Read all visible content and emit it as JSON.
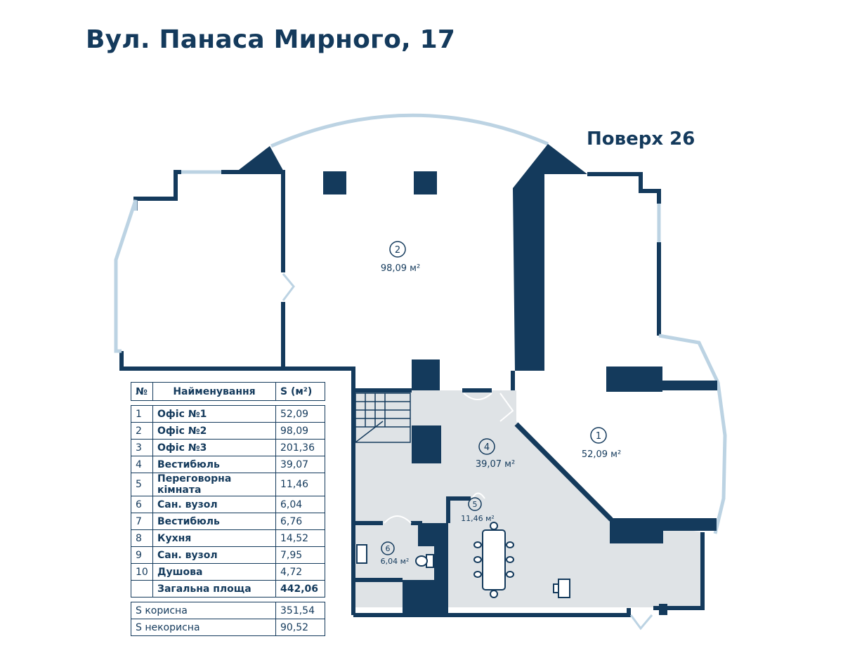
{
  "title": "Вул. Панаса Мирного, 17",
  "floor": "Поверх 26",
  "rooms": [
    {
      "num": "1",
      "area": "52,09 м²"
    },
    {
      "num": "2",
      "area": "98,09 м²"
    },
    {
      "num": "4",
      "area": "39,07 м²"
    },
    {
      "num": "5",
      "area": "11,46 м²"
    },
    {
      "num": "6",
      "area": "6,04 м²"
    }
  ],
  "table": {
    "headers": [
      "№",
      "Найменування",
      "S (м²)"
    ],
    "rows": [
      {
        "n": "1",
        "name": "Офіс №1",
        "s": "52,09"
      },
      {
        "n": "2",
        "name": "Офіс №2",
        "s": "98,09"
      },
      {
        "n": "3",
        "name": "Офіс №3",
        "s": "201,36"
      },
      {
        "n": "4",
        "name": "Вестибюль",
        "s": "39,07"
      },
      {
        "n": "5",
        "name": "Переговорна кімната",
        "s": "11,46"
      },
      {
        "n": "6",
        "name": "Сан. вузол",
        "s": "6,04"
      },
      {
        "n": "7",
        "name": "Вестибюль",
        "s": "6,76"
      },
      {
        "n": "8",
        "name": "Кухня",
        "s": "14,52"
      },
      {
        "n": "9",
        "name": "Сан. вузол",
        "s": "7,95"
      },
      {
        "n": "10",
        "name": "Душова",
        "s": "4,72"
      }
    ],
    "total": {
      "name": "Загальна площа",
      "s": "442,06"
    },
    "useful": {
      "name": "S корисна",
      "s": "351,54"
    },
    "nonuseful": {
      "name": "S некорисна",
      "s": "90,52"
    }
  },
  "colors": {
    "wall": "#143a5c",
    "window": "#bcd3e3",
    "lobby": "#dfe3e6"
  }
}
